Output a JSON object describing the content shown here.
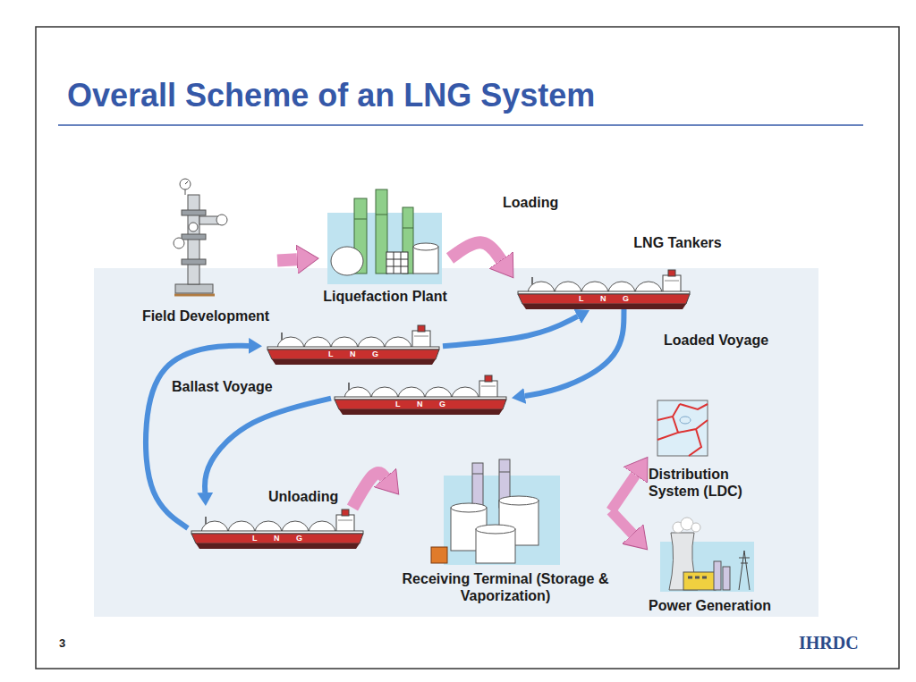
{
  "diagram": {
    "title": "Overall Scheme of an LNG System",
    "nodes": [
      {
        "text": [
          "Field Development"
        ]
      },
      {
        "text": [
          "Liquefaction Plant"
        ]
      },
      {
        "text": [
          "LNG Tankers",
          "L N G"
        ]
      },
      {
        "text": [
          "L N G"
        ]
      },
      {
        "text": [
          "L N G"
        ]
      },
      {
        "text": [
          "L N G"
        ]
      },
      {
        "text": [
          "Receiving Terminal (Storage & Vaporization)"
        ]
      },
      {
        "text": [
          "Distribution System (LDC)"
        ]
      },
      {
        "text": [
          "Power Generation"
        ]
      }
    ],
    "edges": [
      {
        "from": 0,
        "to": 1,
        "arrow": "to"
      },
      {
        "from": 1,
        "to": 2,
        "label": "Loading",
        "arrow": "to"
      },
      {
        "from": 2,
        "to": 4,
        "label": "Loaded Voyage",
        "arrow": "to"
      },
      {
        "from": 4,
        "to": 5,
        "arrow": "to"
      },
      {
        "from": 5,
        "to": 3,
        "label": "Ballast Voyage",
        "arrow": "to"
      },
      {
        "from": 3,
        "to": 2,
        "arrow": "to"
      },
      {
        "from": 5,
        "to": 6,
        "label": "Unloading",
        "arrow": "to"
      },
      {
        "from": 6,
        "to": 7,
        "arrow": "to"
      },
      {
        "from": 6,
        "to": 8,
        "arrow": "to"
      }
    ],
    "labels": [
      "3",
      "IHRDC"
    ]
  }
}
